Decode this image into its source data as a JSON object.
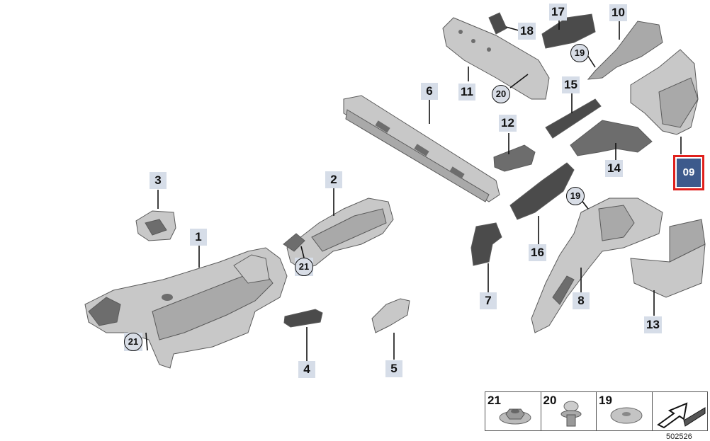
{
  "diagram": {
    "callouts": [
      {
        "id": "1",
        "label": "1"
      },
      {
        "id": "2",
        "label": "2"
      },
      {
        "id": "3",
        "label": "3"
      },
      {
        "id": "4",
        "label": "4"
      },
      {
        "id": "5",
        "label": "5"
      },
      {
        "id": "6",
        "label": "6"
      },
      {
        "id": "7",
        "label": "7"
      },
      {
        "id": "8",
        "label": "8"
      },
      {
        "id": "10",
        "label": "10"
      },
      {
        "id": "11",
        "label": "11"
      },
      {
        "id": "12",
        "label": "12"
      },
      {
        "id": "13",
        "label": "13"
      },
      {
        "id": "14",
        "label": "14"
      },
      {
        "id": "15",
        "label": "15"
      },
      {
        "id": "16",
        "label": "16"
      },
      {
        "id": "17",
        "label": "17"
      },
      {
        "id": "18",
        "label": "18"
      }
    ],
    "circled_callouts": [
      {
        "id": "21a",
        "label": "21"
      },
      {
        "id": "21b",
        "label": "21"
      },
      {
        "id": "20",
        "label": "20"
      },
      {
        "id": "19a",
        "label": "19"
      },
      {
        "id": "19b",
        "label": "19"
      }
    ],
    "highlight_badge": "09",
    "legend": [
      {
        "label": "21",
        "icon": "nut-icon"
      },
      {
        "label": "20",
        "icon": "expansion-rivet-icon"
      },
      {
        "label": "19",
        "icon": "clip-washer-icon"
      },
      {
        "label": "",
        "icon": "direction-arrow-icon"
      }
    ],
    "document_id": "502526"
  }
}
